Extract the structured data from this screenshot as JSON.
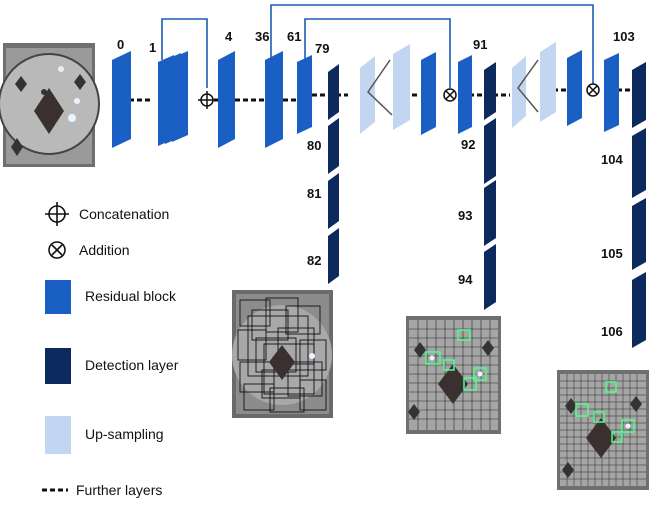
{
  "layer_labels": {
    "l0": "0",
    "l1": "1",
    "l4": "4",
    "l36": "36",
    "l61": "61",
    "l79": "79",
    "l80": "80",
    "l81": "81",
    "l82": "82",
    "l91": "91",
    "l92": "92",
    "l93": "93",
    "l94": "94",
    "l103": "103",
    "l104": "104",
    "l105": "105",
    "l106": "106"
  },
  "legend": {
    "concatenation": "Concatenation",
    "addition": "Addition",
    "residual_block": "Residual block",
    "detection_layer": "Detection layer",
    "up_sampling": "Up-sampling",
    "further_layers": "Further layers"
  },
  "colors": {
    "residual": "#1a5fc4",
    "detection": "#0d2a5e",
    "upsampling": "#c2d6f2",
    "connector": "#1b5bb5"
  },
  "icons": {
    "concat": "concatenation-icon",
    "add": "addition-icon"
  }
}
